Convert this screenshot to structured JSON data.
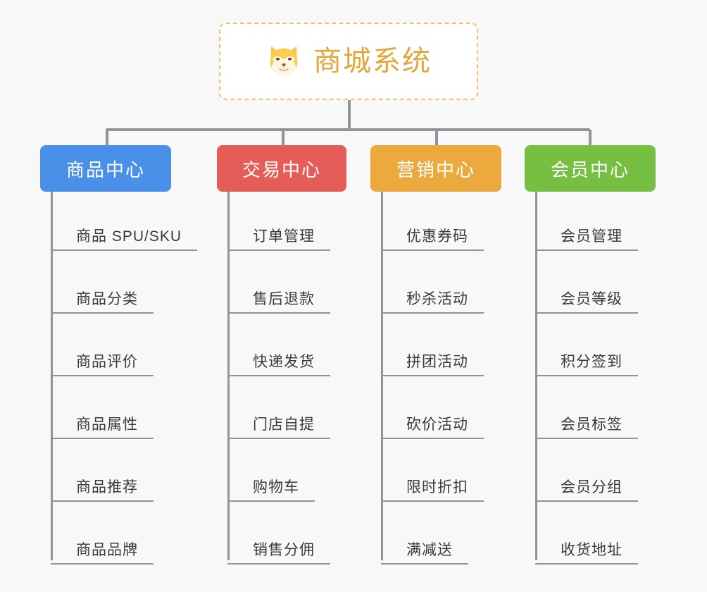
{
  "root": {
    "title": "商城系统",
    "icon": "shiba-dog-icon",
    "text_color": "#e2a63b",
    "border_color": "#f3c06b",
    "background": "#ffffff"
  },
  "page": {
    "background": "#f8f8f9",
    "connector_color": "#909399"
  },
  "columns": [
    {
      "title": "商品中心",
      "color": "#4a90e8",
      "items": [
        "商品 SPU/SKU",
        "商品分类",
        "商品评价",
        "商品属性",
        "商品推荐",
        "商品品牌"
      ]
    },
    {
      "title": "交易中心",
      "color": "#e45d58",
      "items": [
        "订单管理",
        "售后退款",
        "快递发货",
        "门店自提",
        "购物车",
        "销售分佣"
      ]
    },
    {
      "title": "营销中心",
      "color": "#eca93e",
      "items": [
        "优惠券码",
        "秒杀活动",
        "拼团活动",
        "砍价活动",
        "限时折扣",
        "满减送"
      ]
    },
    {
      "title": "会员中心",
      "color": "#76bf43",
      "items": [
        "会员管理",
        "会员等级",
        "积分签到",
        "会员标签",
        "会员分组",
        "收货地址"
      ]
    }
  ]
}
